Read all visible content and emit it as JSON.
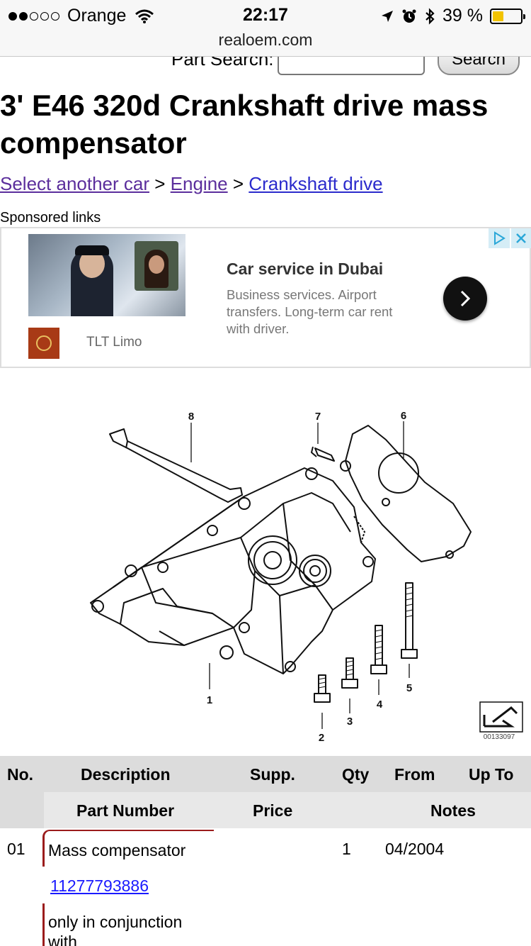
{
  "status_bar": {
    "signal_dots_filled": 2,
    "signal_dots_total": 5,
    "carrier": "Orange",
    "time": "22:17",
    "battery_text": "39 %",
    "battery_level": 0.39,
    "icons": [
      "wifi-icon",
      "location-arrow-icon",
      "alarm-clock-icon",
      "bluetooth-icon",
      "battery-icon"
    ]
  },
  "browser": {
    "url": "realoem.com"
  },
  "search": {
    "label": "Part Search:",
    "value": "",
    "button": "Search"
  },
  "page": {
    "title": "3' E46 320d Crankshaft drive mass compensator",
    "breadcrumb": [
      {
        "label": "Select another car"
      },
      {
        "label": "Engine"
      },
      {
        "label": "Crankshaft drive"
      }
    ],
    "separator": ">"
  },
  "ad": {
    "sponsored_label": "Sponsored links",
    "title": "Car service in Dubai",
    "description": "Business services. Airport transfers. Long-term car rent with driver.",
    "advertiser": "TLT Limo"
  },
  "diagram": {
    "callouts": [
      "1",
      "2",
      "3",
      "4",
      "5",
      "6",
      "7",
      "8"
    ],
    "image_id": "00133097"
  },
  "table": {
    "headers_row1": [
      "No.",
      "Description",
      "Supp.",
      "Qty",
      "From",
      "Up To"
    ],
    "headers_row2": [
      "Part Number",
      "Price",
      "Notes"
    ],
    "rows": [
      {
        "no": "01",
        "description": "Mass compensator",
        "qty": "1",
        "from": "04/2004",
        "part_number": "11277793886",
        "notes": "only in conjunction with"
      }
    ]
  },
  "colors": {
    "link": "#2b2bcc",
    "visited_link": "#5b2e9c",
    "accent_border": "#9b1c1c",
    "header_bg": "#dcdcdc"
  }
}
